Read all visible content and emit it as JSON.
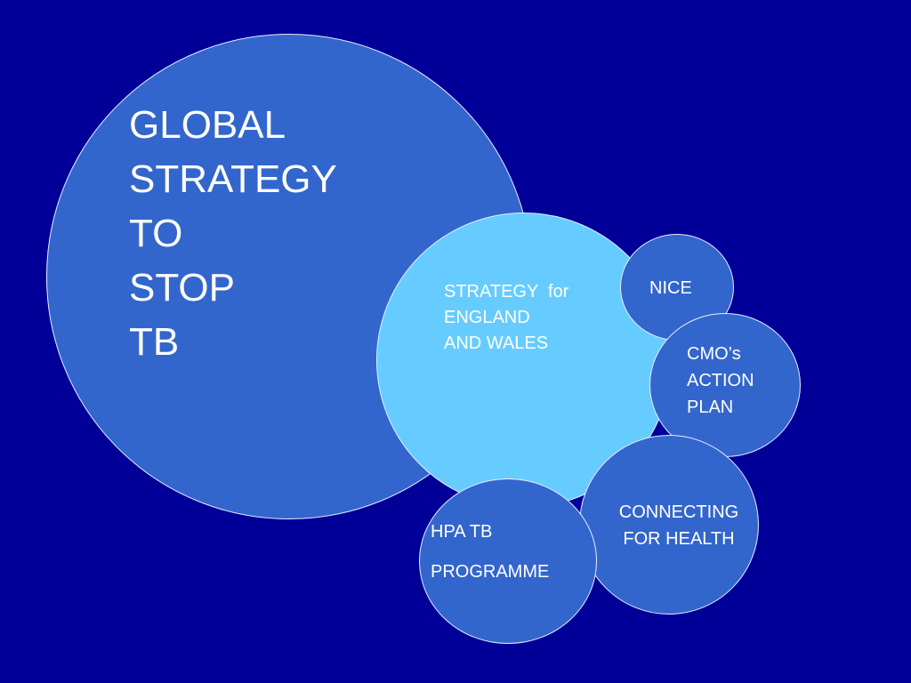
{
  "colors": {
    "background": "#000099",
    "circle_mid": "#3366cc",
    "circle_light": "#66ccff",
    "text_light": "#ffffff",
    "text_dark": "#000000"
  },
  "circles": {
    "global": {
      "lines": [
        "GLOBAL",
        "STRATEGY",
        "TO",
        "STOP",
        "TB"
      ]
    },
    "strategy": {
      "lines": [
        "STRATEGY  for",
        "ENGLAND",
        "AND WALES"
      ]
    },
    "nice": {
      "lines": [
        "NICE"
      ]
    },
    "cmo": {
      "lines": [
        "CMO’s",
        "ACTION",
        "PLAN"
      ]
    },
    "connecting": {
      "lines": [
        "CONNECTING",
        "FOR HEALTH"
      ]
    },
    "hpa": {
      "lines": [
        "HPA TB",
        "PROGRAMME"
      ]
    }
  }
}
